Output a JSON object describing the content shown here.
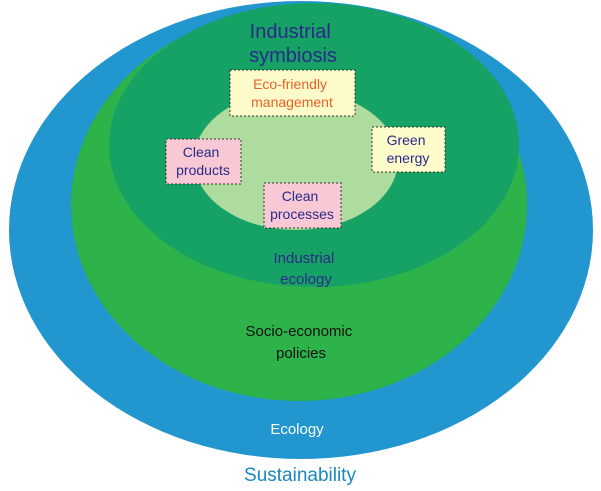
{
  "labels": {
    "industrial_symbiosis": [
      "Industrial",
      "symbiosis"
    ],
    "eco_friendly_management": [
      "Eco-friendly",
      "management"
    ],
    "clean_products": [
      "Clean",
      "products"
    ],
    "green_energy": [
      "Green",
      "energy"
    ],
    "clean_processes": [
      "Clean",
      "processes"
    ],
    "industrial_ecology": [
      "Industrial",
      "ecology"
    ],
    "socio_economic_policies": [
      "Socio-economic",
      "policies"
    ],
    "ecology": "Ecology",
    "sustainability": "Sustainability"
  },
  "colors": {
    "ecology_fill": "#2196cf",
    "socio_fill": "#2db34a",
    "ind_ecology_fill": "#16a265",
    "symbiosis_fill": "#aedc9e",
    "box_yellow": "#fdfbc9",
    "box_pink": "#f8c9d4",
    "text_navy": "#2a2a8a",
    "text_orange": "#e8622c",
    "text_black": "#111111",
    "text_white": "#ffffff",
    "text_teal": "#1b86bf"
  }
}
